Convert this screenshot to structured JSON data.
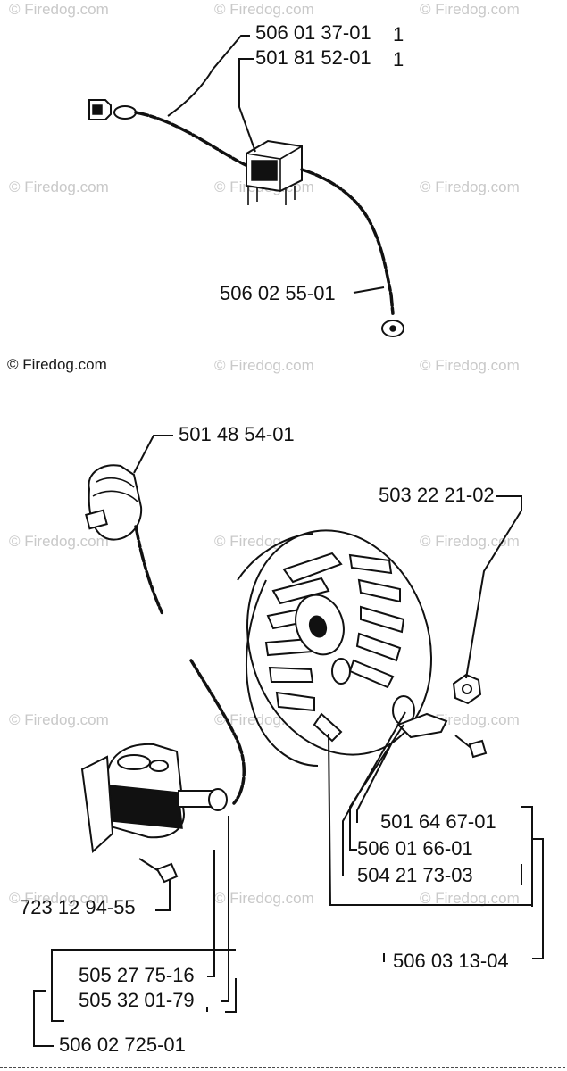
{
  "watermarks": {
    "text": "© Firedog.com",
    "main_label": "© Firedog.com"
  },
  "part_numbers": {
    "p506_01_37_01": "506 01 37-01",
    "p501_81_52_01": "501 81 52-01",
    "p506_02_55_01": "506 02 55-01",
    "p501_48_54_01": "501 48 54-01",
    "p503_22_21_02": "503 22 21-02",
    "p501_64_67_01": "501 64 67-01",
    "p506_01_66_01": "506 01 66-01",
    "p504_21_73_03": "504 21 73-03",
    "p723_12_94_55": "723 12 94-55",
    "p506_03_13_04": "506 03 13-04",
    "p505_27_75_16": "505 27 75-16",
    "p505_32_01_79": "505 32 01-79",
    "p506_02_725_01": "506 02 725-01"
  },
  "quantities": {
    "q1": "1",
    "q2": "1"
  }
}
